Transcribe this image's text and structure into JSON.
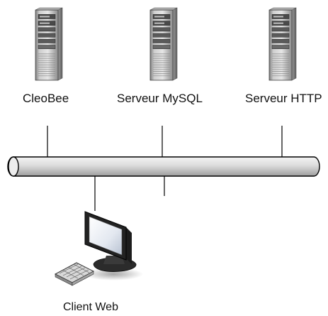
{
  "diagram": {
    "nodes": {
      "cleobee": {
        "label": "CleoBee",
        "icon": "server-tower-icon"
      },
      "mysql": {
        "label": "Serveur MySQL",
        "icon": "server-tower-icon"
      },
      "http": {
        "label": "Serveur HTTP",
        "icon": "server-tower-icon"
      },
      "client": {
        "label": "Client Web",
        "icon": "desktop-computer-icon"
      }
    },
    "bus": {
      "icon": "network-bus-pipe"
    }
  }
}
